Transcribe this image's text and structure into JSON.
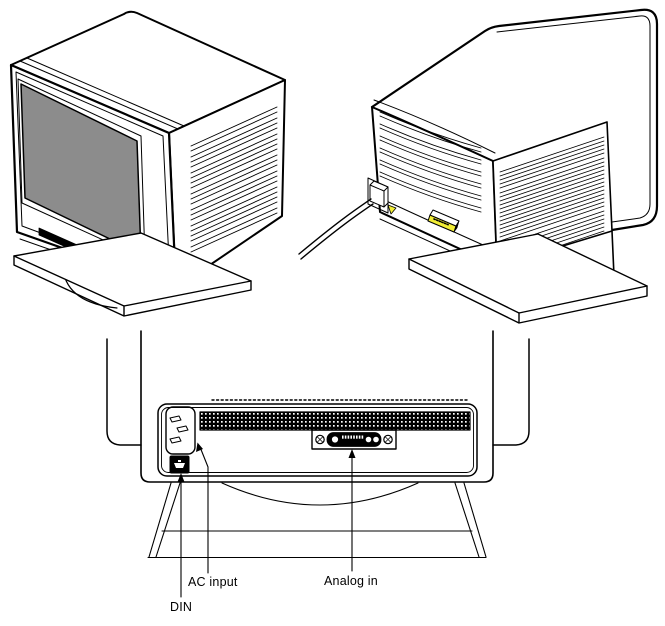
{
  "figure": {
    "title": "Monitor views and rear connector panel",
    "views": [
      "monitor-front-three-quarter-view",
      "monitor-rear-three-quarter-view",
      "rear-panel-close-up"
    ]
  },
  "labels": {
    "din": "DIN",
    "ac_input": "AC input",
    "analog_in": "Analog in"
  },
  "callouts": [
    {
      "label": "DIN",
      "target": "din-connector"
    },
    {
      "label": "AC input",
      "target": "ac-power-inlet"
    },
    {
      "label": "Analog in",
      "target": "analog-13w3-connector"
    }
  ],
  "colors": {
    "background": "#ffffff",
    "line": "#000000",
    "screen_gray": "#8c8c8c",
    "highlight_yellow": "#f2ee35"
  }
}
